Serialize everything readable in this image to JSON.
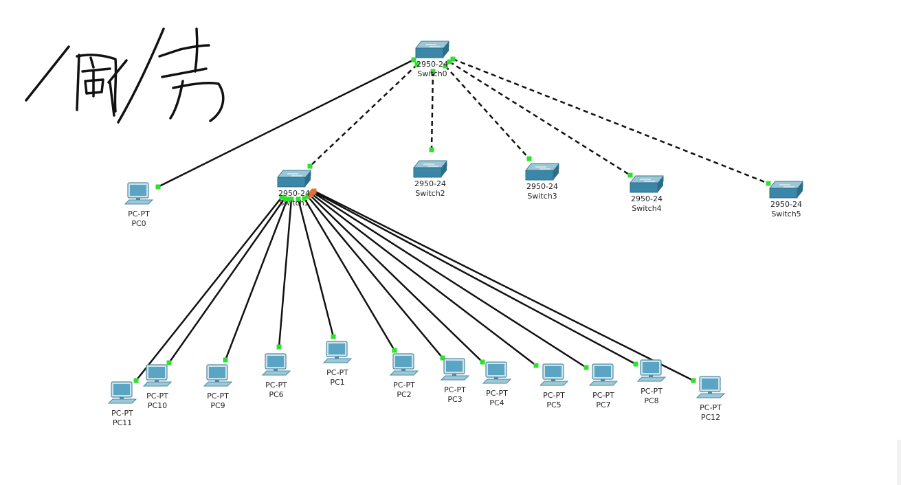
{
  "handwriting": "南侨",
  "colors": {
    "link": "#111111",
    "port_up": "#2fe02f",
    "port_down": "#e0703a",
    "switch_top": "#9bc6d6",
    "switch_side": "#3b87a8",
    "pc_body": "#cfe3ea",
    "pc_screen": "#5aa5c4"
  },
  "devices": {
    "switches": [
      {
        "id": "sw0",
        "model": "2950-24",
        "name": "Switch0"
      },
      {
        "id": "sw1",
        "model": "2950-24",
        "name": "Switch1"
      },
      {
        "id": "sw2",
        "model": "2950-24",
        "name": "Switch2"
      },
      {
        "id": "sw3",
        "model": "2950-24",
        "name": "Switch3"
      },
      {
        "id": "sw4",
        "model": "2950-24",
        "name": "Switch4"
      },
      {
        "id": "sw5",
        "model": "2950-24",
        "name": "Switch5"
      }
    ],
    "pcs": [
      {
        "id": "pc0",
        "model": "PC-PT",
        "name": "PC0"
      },
      {
        "id": "pc11",
        "model": "PC-PT",
        "name": "PC11"
      },
      {
        "id": "pc10",
        "model": "PC-PT",
        "name": "PC10"
      },
      {
        "id": "pc9",
        "model": "PC-PT",
        "name": "PC9"
      },
      {
        "id": "pc6",
        "model": "PC-PT",
        "name": "PC6"
      },
      {
        "id": "pc1",
        "model": "PC-PT",
        "name": "PC1"
      },
      {
        "id": "pc2",
        "model": "PC-PT",
        "name": "PC2"
      },
      {
        "id": "pc3",
        "model": "PC-PT",
        "name": "PC3"
      },
      {
        "id": "pc4",
        "model": "PC-PT",
        "name": "PC4"
      },
      {
        "id": "pc5",
        "model": "PC-PT",
        "name": "PC5"
      },
      {
        "id": "pc7",
        "model": "PC-PT",
        "name": "PC7"
      },
      {
        "id": "pc8",
        "model": "PC-PT",
        "name": "PC8"
      },
      {
        "id": "pc12",
        "model": "PC-PT",
        "name": "PC12"
      }
    ]
  },
  "links": [
    {
      "from": "sw0",
      "to": "pc0",
      "type": "straight"
    },
    {
      "from": "sw0",
      "to": "sw1",
      "type": "crossover"
    },
    {
      "from": "sw0",
      "to": "sw2",
      "type": "crossover"
    },
    {
      "from": "sw0",
      "to": "sw3",
      "type": "crossover"
    },
    {
      "from": "sw0",
      "to": "sw4",
      "type": "crossover"
    },
    {
      "from": "sw0",
      "to": "sw5",
      "type": "crossover"
    },
    {
      "from": "sw1",
      "to": "pc11",
      "type": "straight"
    },
    {
      "from": "sw1",
      "to": "pc10",
      "type": "straight"
    },
    {
      "from": "sw1",
      "to": "pc9",
      "type": "straight"
    },
    {
      "from": "sw1",
      "to": "pc6",
      "type": "straight"
    },
    {
      "from": "sw1",
      "to": "pc1",
      "type": "straight"
    },
    {
      "from": "sw1",
      "to": "pc2",
      "type": "straight"
    },
    {
      "from": "sw1",
      "to": "pc3",
      "type": "straight"
    },
    {
      "from": "sw1",
      "to": "pc4",
      "type": "straight"
    },
    {
      "from": "sw1",
      "to": "pc5",
      "type": "straight"
    },
    {
      "from": "sw1",
      "to": "pc7",
      "type": "straight"
    },
    {
      "from": "sw1",
      "to": "pc8",
      "type": "straight"
    },
    {
      "from": "sw1",
      "to": "pc12",
      "type": "straight"
    }
  ]
}
